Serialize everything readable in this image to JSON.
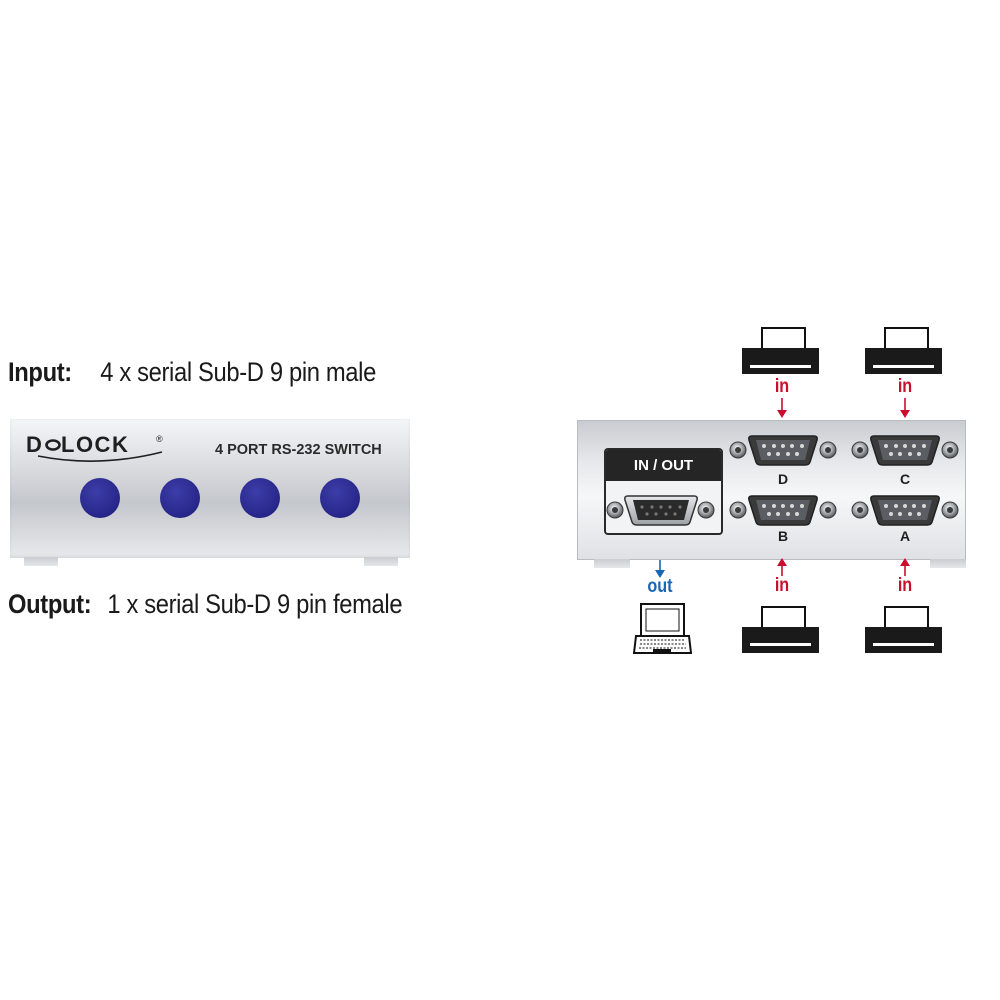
{
  "specs": {
    "input_label": "Input:",
    "input_value": "4 x serial Sub-D 9 pin male",
    "output_label": "Output:",
    "output_value": "1 x serial Sub-D 9 pin female"
  },
  "front_panel": {
    "brand": "DELOCK",
    "product": "4 PORT RS-232 SWITCH",
    "button_color": "#26268a"
  },
  "back_panel": {
    "io_label": "IN / OUT",
    "ports": [
      "D",
      "C",
      "B",
      "A"
    ],
    "in_label": "in",
    "out_label": "out",
    "in_color": "#c8102e",
    "out_color": "#1866b4"
  }
}
